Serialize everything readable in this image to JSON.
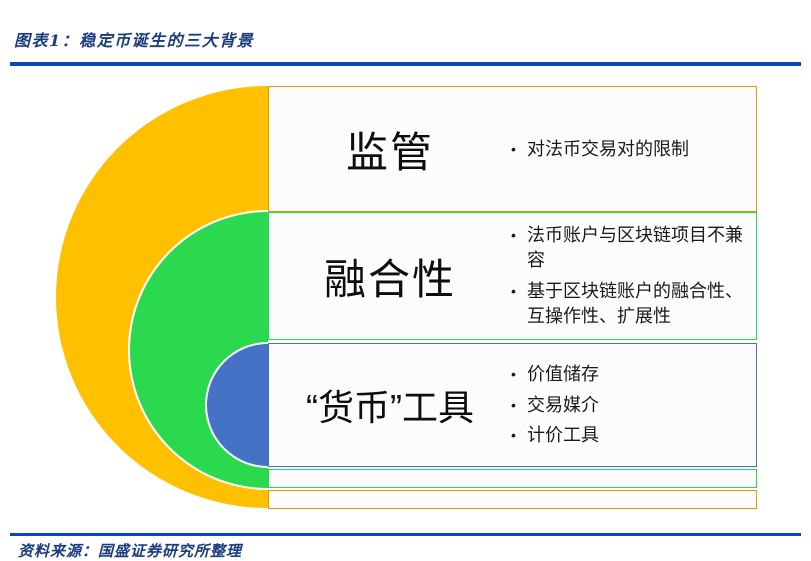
{
  "figure": {
    "title": "图表1：稳定币诞生的三大背景",
    "source": "资料来源：国盛证券研究所整理"
  },
  "colors": {
    "rule_blue": "#0945C5",
    "title_navy": "#1C3D7D",
    "ring_yellow": "#FFC000",
    "ring_yellow_border": "#DC9E00",
    "ring_green": "#2BD94F",
    "ring_blue": "#4472C4",
    "band_fill": "#FCFCFC"
  },
  "icons": {
    "bullet": "•"
  },
  "rings": [
    {
      "id": "regulation",
      "heading": "监管",
      "bullets": [
        "对法币交易对的限制"
      ]
    },
    {
      "id": "compatibility",
      "heading": "融合性",
      "bullets": [
        "法币账户与区块链项目不兼容",
        "基于区块链账户的融合性、互操作性、扩展性"
      ]
    },
    {
      "id": "currency-tool",
      "heading": "“货币”工具",
      "bullets": [
        "价值储存",
        "交易媒介",
        "计价工具"
      ]
    }
  ]
}
